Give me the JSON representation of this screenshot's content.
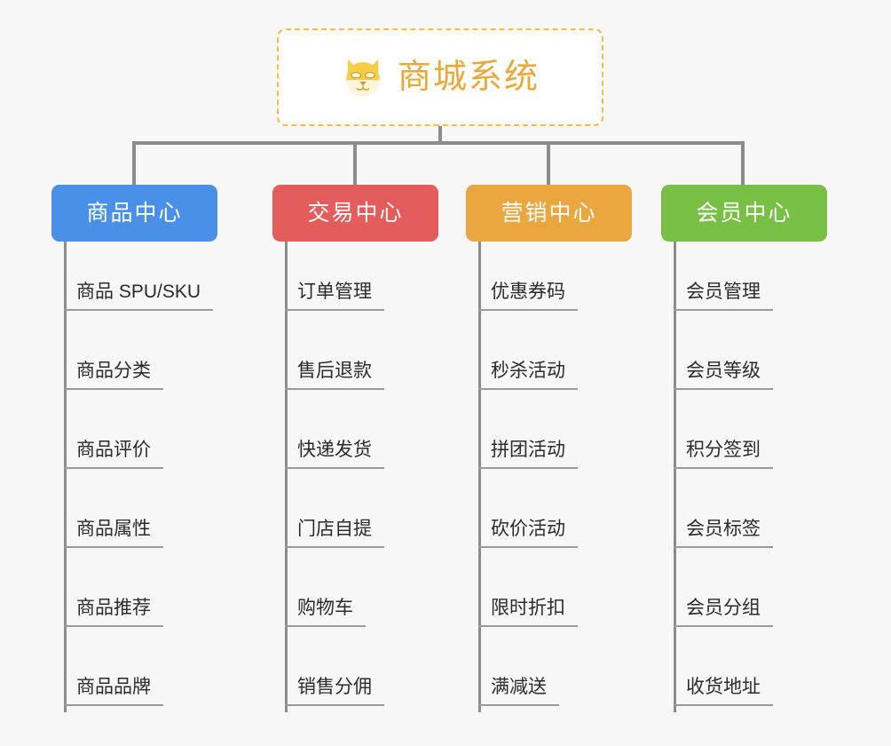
{
  "root": {
    "title": "商城系统",
    "icon": "shiba-dog-icon",
    "border_color": "#f2bb4c",
    "text_color": "#e8a93a",
    "background": "#ffffff"
  },
  "page": {
    "background": "#f7f7f7",
    "connector_color": "#8c8c8c",
    "leaf_underline_color": "#9a9a9a",
    "leaf_text_color": "#2b2b2b"
  },
  "columns": [
    {
      "header": "商品中心",
      "color": "#4a90e8",
      "items": [
        "商品 SPU/SKU",
        "商品分类",
        "商品评价",
        "商品属性",
        "商品推荐",
        "商品品牌"
      ]
    },
    {
      "header": "交易中心",
      "color": "#e55c5c",
      "items": [
        "订单管理",
        "售后退款",
        "快递发货",
        "门店自提",
        "购物车",
        "销售分佣"
      ]
    },
    {
      "header": "营销中心",
      "color": "#eaa63f",
      "items": [
        "优惠券码",
        "秒杀活动",
        "拼团活动",
        "砍价活动",
        "限时折扣",
        "满减送"
      ]
    },
    {
      "header": "会员中心",
      "color": "#78c044",
      "items": [
        "会员管理",
        "会员等级",
        "积分签到",
        "会员标签",
        "会员分组",
        "收货地址"
      ]
    }
  ]
}
